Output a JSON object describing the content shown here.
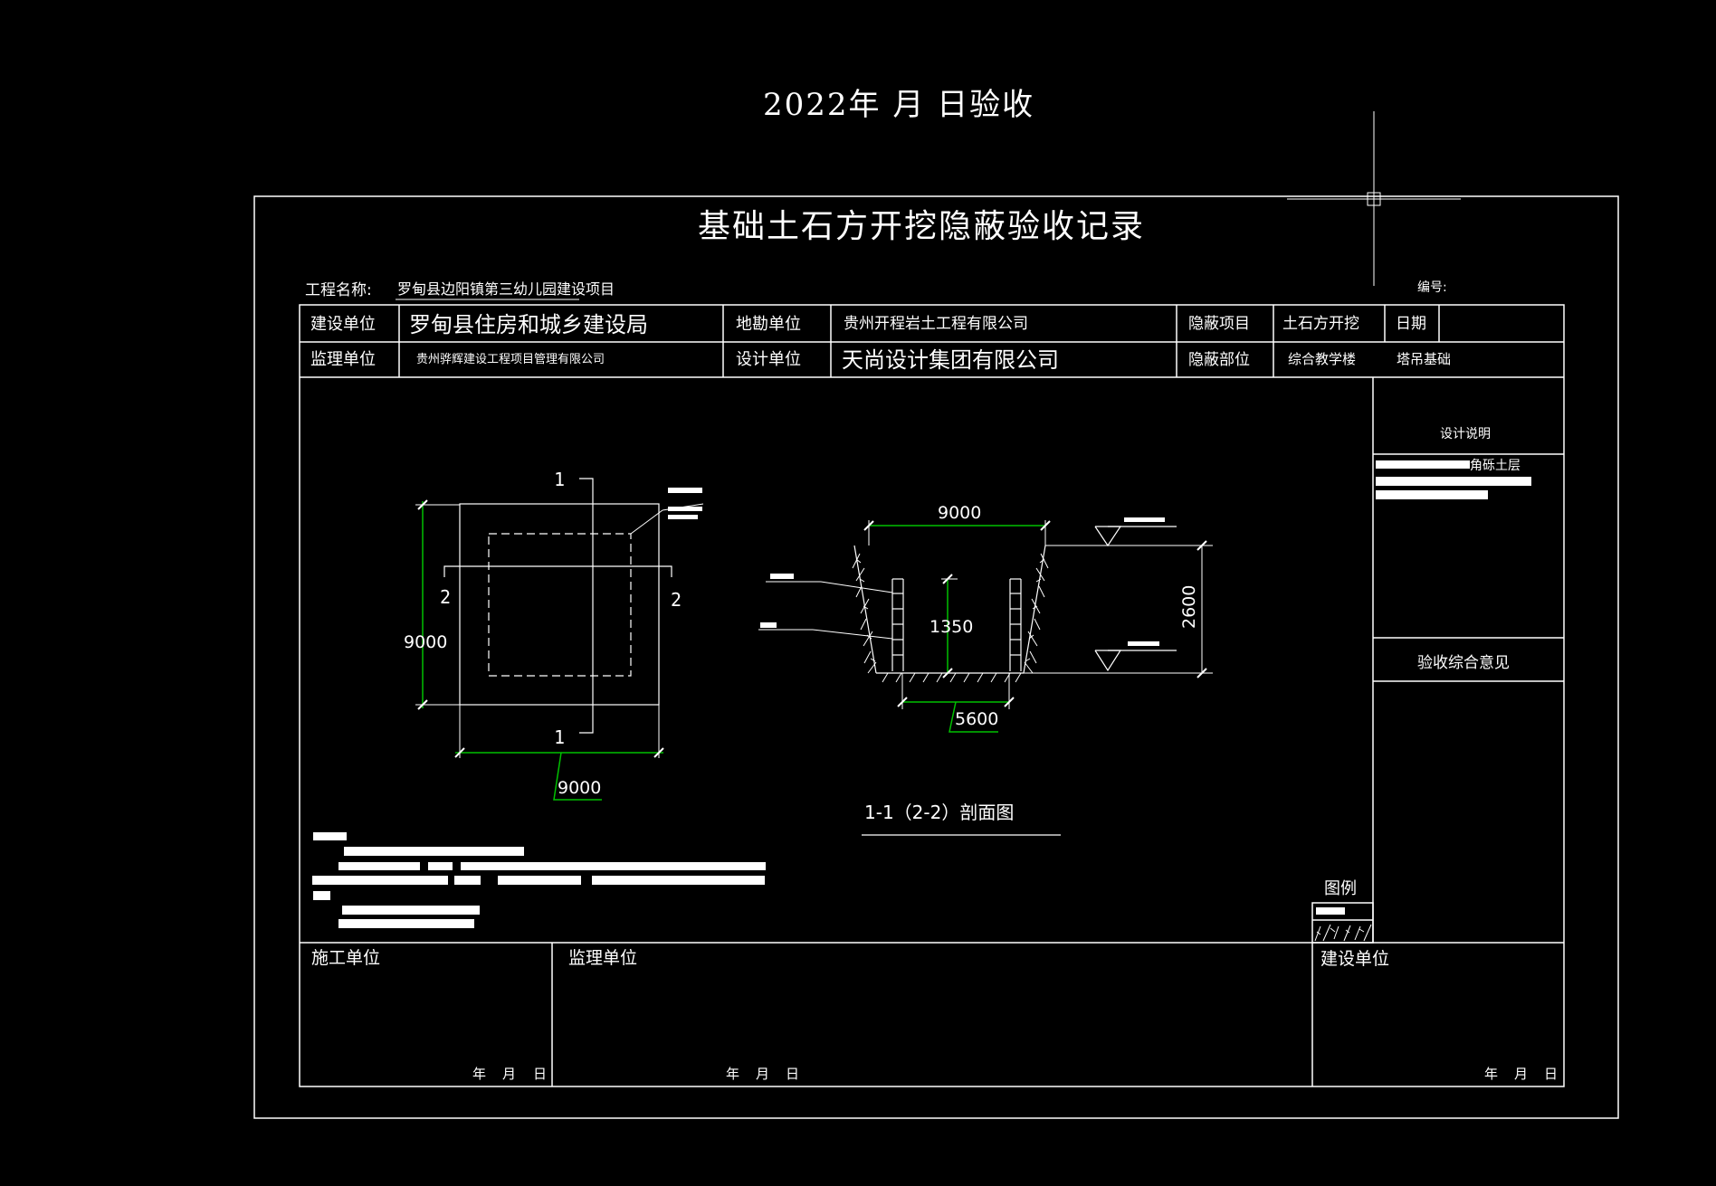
{
  "top_title": "2022年 月 日验收",
  "form": {
    "title": "基础土石方开挖隐蔽验收记录",
    "project_label": "工程名称:",
    "project_name": "罗甸县边阳镇第三幼儿园建设项目",
    "number_label": "编号:",
    "row1": {
      "build_label": "建设单位",
      "build_value": "罗甸县住房和城乡建设局",
      "survey_label": "地勘单位",
      "survey_value": "贵州开程岩土工程有限公司",
      "hidden_item_label": "隐蔽项目",
      "hidden_item_value": "土石方开挖",
      "date_label": "日期",
      "date_value": ""
    },
    "row2": {
      "supervise_label": "监理单位",
      "supervise_value": "贵州骅辉建设工程项目管理有限公司",
      "design_label": "设计单位",
      "design_value": "天尚设计集团有限公司",
      "hidden_part_label": "隐蔽部位",
      "hidden_part_value_1": "综合教学楼",
      "hidden_part_value_2": "塔吊基础"
    },
    "side": {
      "design_note_label": "设计说明",
      "design_note_text": "角砾土层",
      "acceptance_label": "验收综合意见"
    },
    "legend_label": "图例",
    "signatures": {
      "construction_label": "施工单位",
      "supervision_label": "监理单位",
      "owner_label": "建设单位",
      "year_label": "年",
      "month_label": "月",
      "day_label": "日"
    }
  },
  "plan_view": {
    "dim_vertical": "9000",
    "dim_horizontal": "9000",
    "section_1": "1",
    "section_2": "2"
  },
  "section_view": {
    "dim_top": "9000",
    "dim_depth": "1350",
    "dim_height": "2600",
    "dim_bottom": "5600",
    "caption": "1-1（2-2）剖面图"
  },
  "colors": {
    "background": "#000000",
    "line": "#ffffff",
    "dimension": "#00c000"
  }
}
